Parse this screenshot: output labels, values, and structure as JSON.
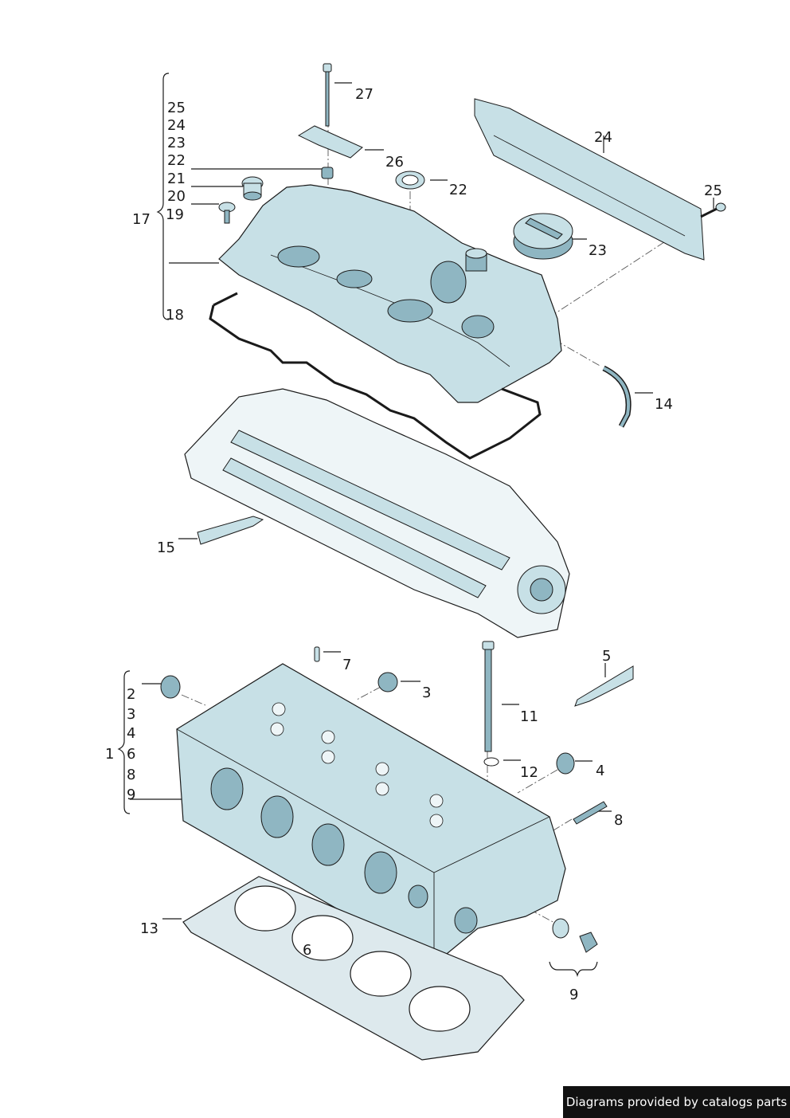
{
  "callouts": {
    "c25a": "25",
    "c24a": "24",
    "c23a": "23",
    "c22a": "22",
    "c21": "21",
    "c20": "20",
    "c19": "19",
    "c17": "17",
    "c18": "18",
    "c27": "27",
    "c26": "26",
    "c22b": "22",
    "c24b": "24",
    "c25b": "25",
    "c23b": "23",
    "c14": "14",
    "c15": "15",
    "c7": "7",
    "c5": "5",
    "c11": "11",
    "c3": "3",
    "c12": "12",
    "c4": "4",
    "c2": "2",
    "c3b": "3",
    "c4b": "4",
    "c6a": "6",
    "c8a": "8",
    "c9a": "9",
    "c1": "1",
    "c8b": "8",
    "c13": "13",
    "c6b": "6",
    "c9b": "9"
  },
  "footer": {
    "text": "Diagrams provided by catalogs parts"
  },
  "colors": {
    "part_fill": "#c7e0e6",
    "part_dark": "#8fb6c2",
    "outline": "#1a1a1a",
    "gasket": "#dde9ed"
  }
}
